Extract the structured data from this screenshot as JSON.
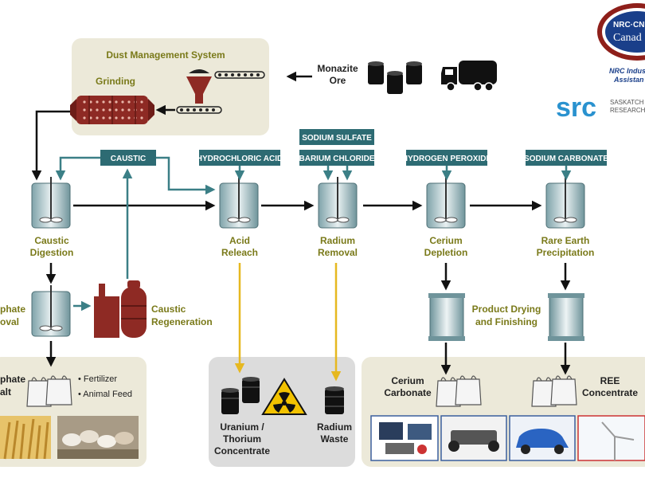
{
  "panels": {
    "dust_title": "Dust Management System",
    "grinding": "Grinding"
  },
  "feed": {
    "ore_line1": "Monazite",
    "ore_line2": "Ore"
  },
  "reagents": {
    "caustic": "CAUSTIC",
    "hcl": "HYDROCHLORIC ACID",
    "sodium_sulfate": "SODIUM SULFATE",
    "barium_chloride": "BARIUM CHLORIDE",
    "hydrogen_peroxide": "HYDROGEN PEROXIDE",
    "sodium_carbonate": "SODIUM CARBONATE"
  },
  "stages": {
    "caustic_digestion": [
      "Caustic",
      "Digestion"
    ],
    "acid_releach": [
      "Acid",
      "Releach"
    ],
    "radium_removal": [
      "Radium",
      "Removal"
    ],
    "cerium_depletion": [
      "Cerium",
      "Depletion"
    ],
    "rare_earth_precip": [
      "Rare Earth",
      "Precipitation"
    ],
    "phosphate_removal": [
      "phate",
      "oval"
    ],
    "caustic_regen": [
      "Caustic",
      "Regeneration"
    ],
    "product_drying": [
      "Product Drying",
      "and Finishing"
    ]
  },
  "outputs": {
    "phosphate_salt": [
      "phate",
      "alt"
    ],
    "fertilizer": "• Fertilizer",
    "animal_feed": "• Animal Feed",
    "uranium": [
      "Uranium /",
      "Thorium",
      "Concentrate"
    ],
    "radium_waste": [
      "Radium",
      "Waste"
    ],
    "cerium_carbonate": [
      "Cerium",
      "Carbonate"
    ],
    "ree_concentrate": [
      "REE",
      "Concentrate"
    ]
  },
  "logos": {
    "nrc_top": "NRC·CNR",
    "nrc_canada": "Canad",
    "nrc_irap_1": "NRC Indus",
    "nrc_irap_2": "Assistan",
    "src": "src",
    "sask_1": "SASKATCH",
    "sask_2": "RESEARCH"
  },
  "colors": {
    "teal": "#2d6b73",
    "olive": "#7a7a1a",
    "panel_beige": "#ece9d9",
    "panel_gray": "#dcdcdc",
    "yellow_arrow": "#e6b820",
    "rust": "#8e2a24",
    "src_blue": "#2a92cf"
  }
}
